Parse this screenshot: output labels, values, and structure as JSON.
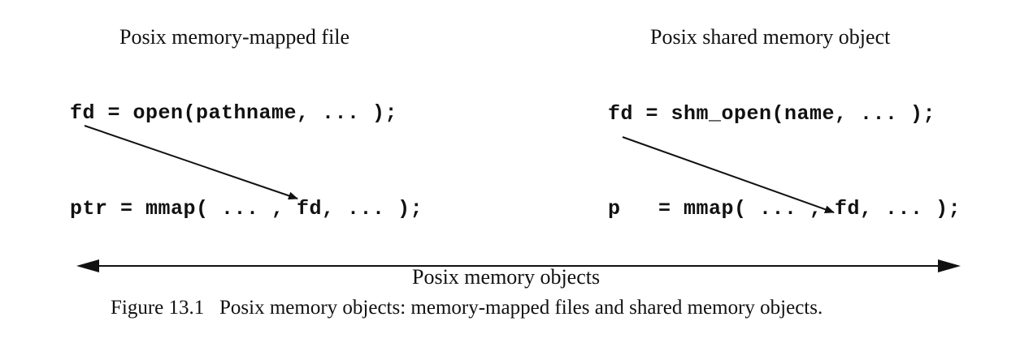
{
  "left_column": {
    "heading": "Posix memory-mapped file",
    "open_line": "fd = open(pathname, ... );",
    "mmap_line": "ptr = mmap( ... , fd, ... );"
  },
  "right_column": {
    "heading": "Posix shared memory object",
    "open_line": "fd = shm_open(name, ... );",
    "mmap_line": "p   = mmap( ... , fd, ... );"
  },
  "range_label": "Posix memory objects",
  "figure_caption": "Figure 13.1   Posix memory objects: memory-mapped files and shared memory objects.",
  "colors": {
    "ink": "#111111",
    "background": "#ffffff"
  }
}
